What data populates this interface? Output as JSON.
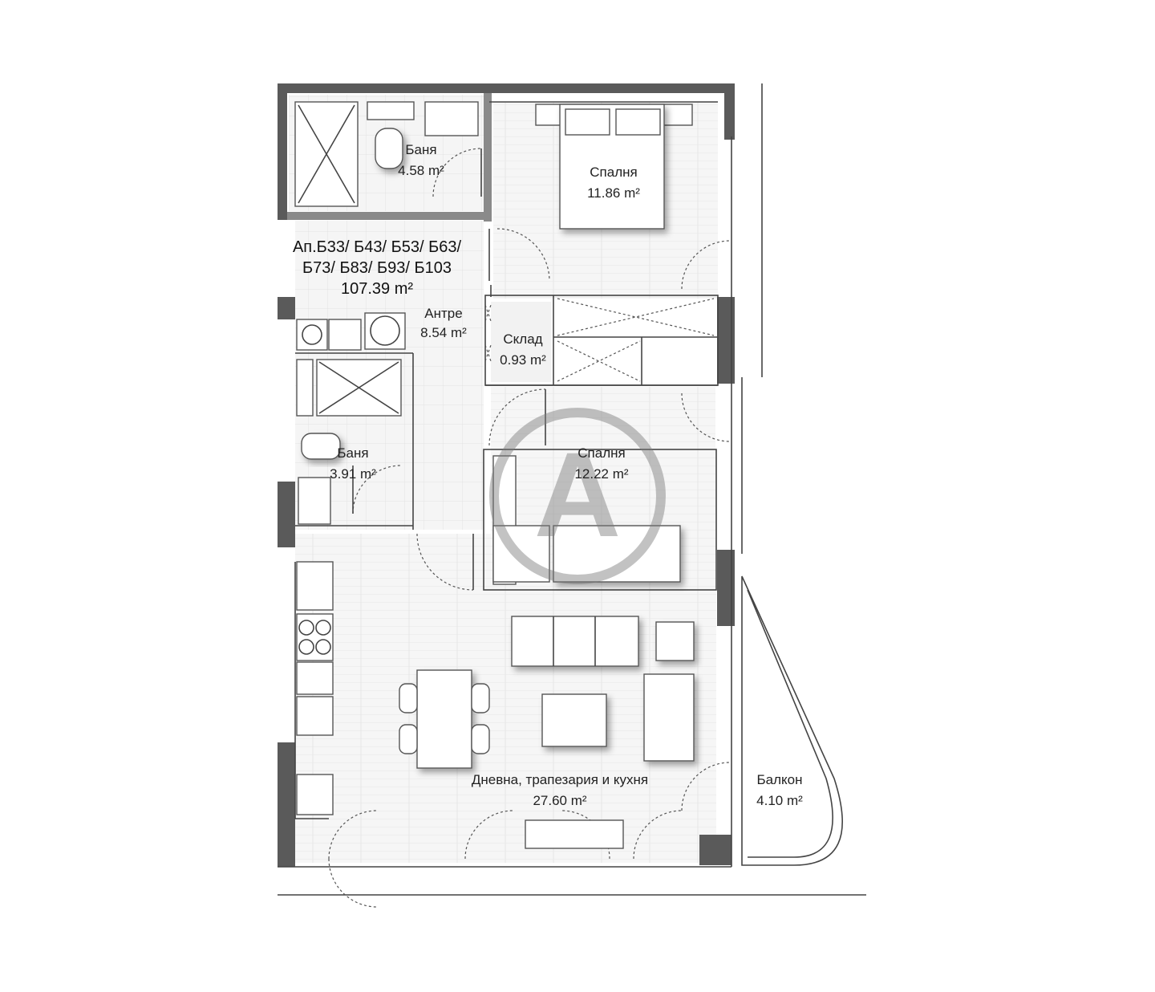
{
  "apartment": {
    "title_line1": "Ап.Б33/ Б43/ Б53/ Б63/",
    "title_line2": "Б73/ Б83/ Б93/ Б103",
    "total_area": "107.39 m²"
  },
  "rooms": {
    "bath1": {
      "name": "Баня",
      "area": "4.58 m²"
    },
    "bedroom1": {
      "name": "Спалня",
      "area": "11.86 m²"
    },
    "hall": {
      "name": "Антре",
      "area": "8.54 m²"
    },
    "storage": {
      "name": "Склад",
      "area": "0.93 m²"
    },
    "bath2": {
      "name": "Баня",
      "area": "3.91 m²"
    },
    "bedroom2": {
      "name": "Спалня",
      "area": "12.22 m²"
    },
    "living": {
      "name": "Дневна, трапезария и кухня",
      "area": "27.60 m²"
    },
    "balcony": {
      "name": "Балкон",
      "area": "4.10 m²"
    }
  },
  "watermark": {
    "letter": "A",
    "color": "#7a7a7a"
  },
  "colors": {
    "wall": "#5a5a5a",
    "floor": "#f4f4f4",
    "line": "#444444"
  }
}
